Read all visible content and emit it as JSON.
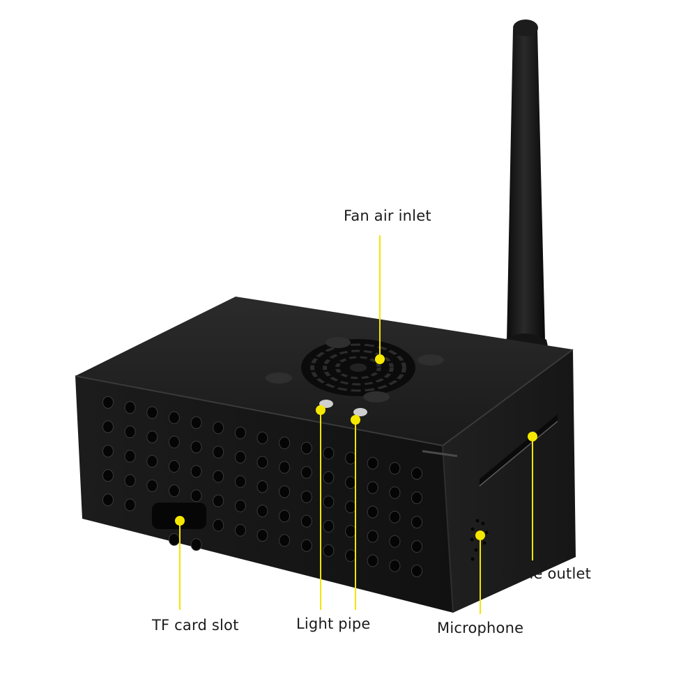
{
  "callouts": {
    "fan_air_inlet": "Fan air inlet",
    "tf_card_slot": "TF card slot",
    "light_pipe": "Light pipe",
    "microphone": "Microphone",
    "cable_outlet": "Cable outlet"
  },
  "colors": {
    "callout_line": "#f2e500",
    "callout_dot": "#f5e800",
    "enclosure": "#161616",
    "background": "#ffffff"
  }
}
